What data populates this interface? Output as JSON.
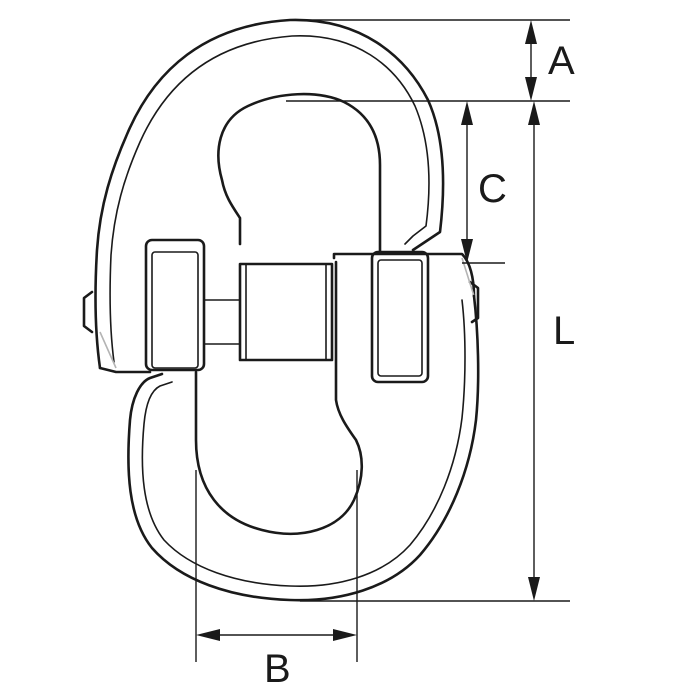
{
  "labels": {
    "A": "A",
    "C": "C",
    "L": "L",
    "B": "B"
  }
}
